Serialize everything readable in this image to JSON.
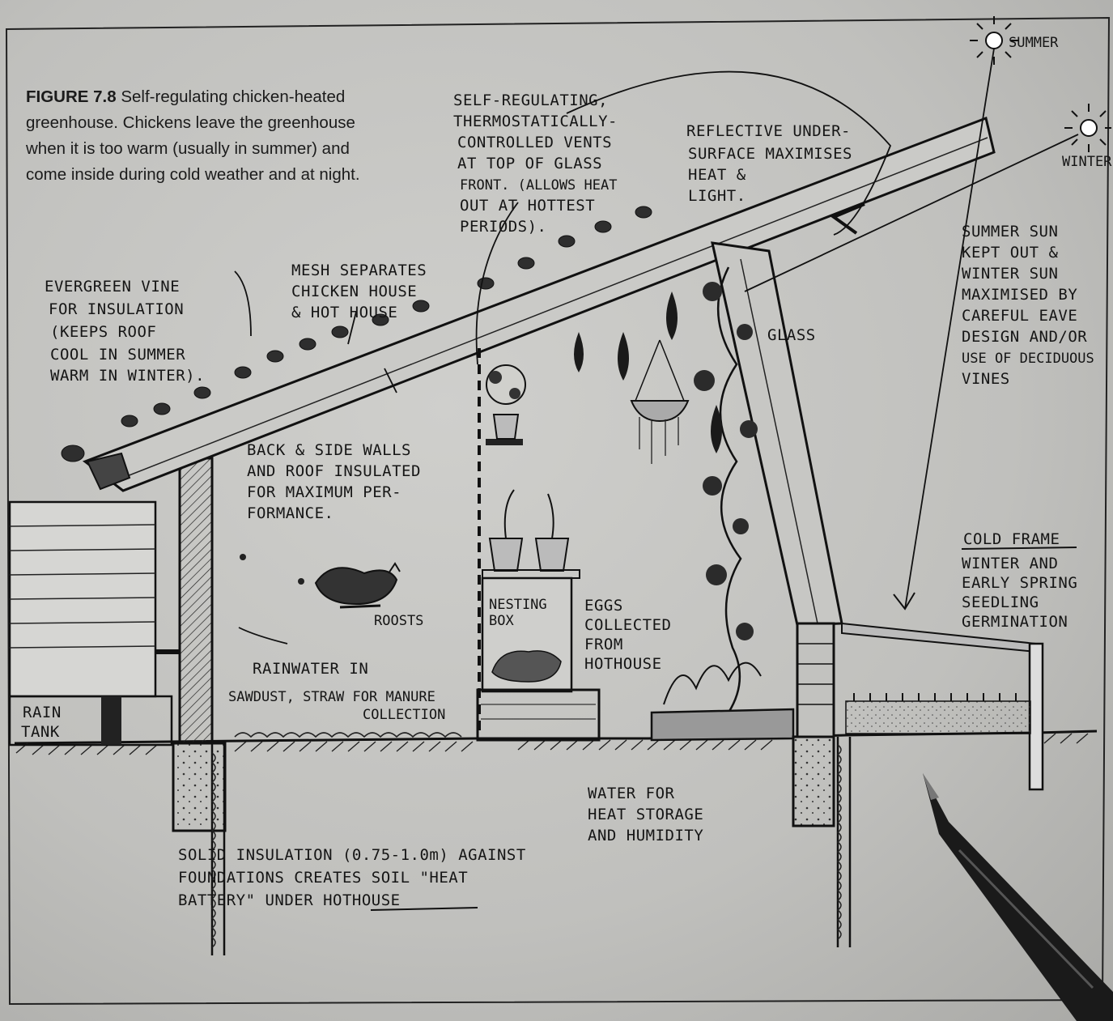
{
  "caption": {
    "figure_number": "FIGURE 7.8",
    "text": "Self-regulating chicken-heated greenhouse. Chickens leave the greenhouse when it is too warm (usually in summer) and come inside during cold weather and at night."
  },
  "labels": {
    "summer": "SUMMER",
    "winter": "WINTER",
    "vents": [
      "SELF-REGULATING,",
      "THERMOSTATICALLY-",
      "CONTROLLED VENTS",
      "AT TOP OF GLASS",
      "FRONT. (ALLOWS HEAT",
      "OUT AT HOTTEST",
      "PERIODS)."
    ],
    "reflective": [
      "REFLECTIVE UNDER-",
      "SURFACE MAXIMISES",
      "HEAT &",
      "LIGHT."
    ],
    "sun": [
      "SUMMER SUN",
      "KEPT OUT &",
      "WINTER SUN",
      "MAXIMISED BY",
      "CAREFUL EAVE",
      "DESIGN AND/OR",
      "USE OF DECIDUOUS",
      "VINES"
    ],
    "vine": [
      "EVERGREEN VINE",
      "FOR INSULATION",
      "(KEEPS ROOF",
      "COOL IN SUMMER",
      "WARM IN WINTER)."
    ],
    "mesh": [
      "MESH SEPARATES",
      "CHICKEN HOUSE",
      "& HOT HOUSE"
    ],
    "walls": [
      "BACK & SIDE WALLS",
      "AND ROOF INSULATED",
      "FOR MAXIMUM PER-",
      "FORMANCE."
    ],
    "glass": "GLASS",
    "cold_frame_title": "COLD FRAME",
    "cold_frame": [
      "WINTER AND",
      "EARLY SPRING",
      "SEEDLING",
      "GERMINATION"
    ],
    "roosts": "ROOSTS",
    "nesting": [
      "NESTING",
      "BOX"
    ],
    "eggs": [
      "EGGS",
      "COLLECTED",
      "FROM",
      "HOTHOUSE"
    ],
    "rainwater": "RAINWATER IN",
    "rain_tank": [
      "RAIN",
      "TANK"
    ],
    "sawdust": [
      "SAWDUST, STRAW FOR MANURE",
      "COLLECTION"
    ],
    "water": [
      "WATER FOR",
      "HEAT STORAGE",
      "AND HUMIDITY"
    ],
    "insulation": [
      "SOLID INSULATION (0.75-1.0m) AGAINST",
      "FOUNDATIONS CREATES SOIL \"HEAT",
      "BATTERY\" UNDER HOTHOUSE"
    ]
  }
}
